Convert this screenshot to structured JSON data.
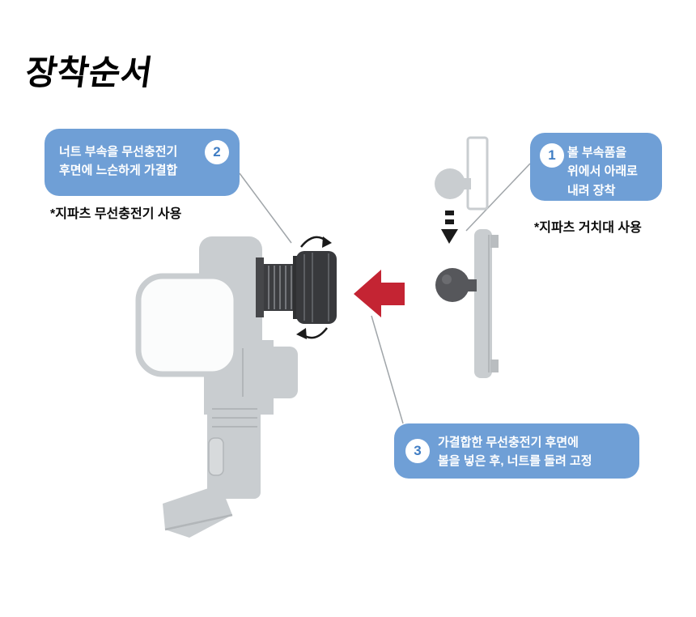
{
  "page": {
    "title": "장착순서"
  },
  "colors": {
    "callout_bg": "#6f9fd6",
    "badge_text": "#3f7dc4",
    "arrow_red": "#c42433",
    "device_gray": "#c9cdd0",
    "device_gray_dark": "#b2b6b9",
    "part_dark": "#3a3b3e",
    "ball_dark": "#56575b"
  },
  "steps": [
    {
      "number": "1",
      "text": "볼 부속품을\n위에서 아래로\n내려 장착",
      "note": "*지파츠 거치대 사용"
    },
    {
      "number": "2",
      "text": "너트 부속을 무선충전기\n후면에 느슨하게 가결합",
      "note": "*지파츠 무선충전기 사용"
    },
    {
      "number": "3",
      "text": "가결합한 무선충전기 후면에\n볼을 넣은 후, 너트를 돌려 고정"
    }
  ],
  "icons": {
    "red_arrow": "arrow-left",
    "rotate_top": "rotate-clockwise",
    "rotate_bottom": "rotate-clockwise",
    "insert_arrow": "arrow-down-dashed"
  }
}
